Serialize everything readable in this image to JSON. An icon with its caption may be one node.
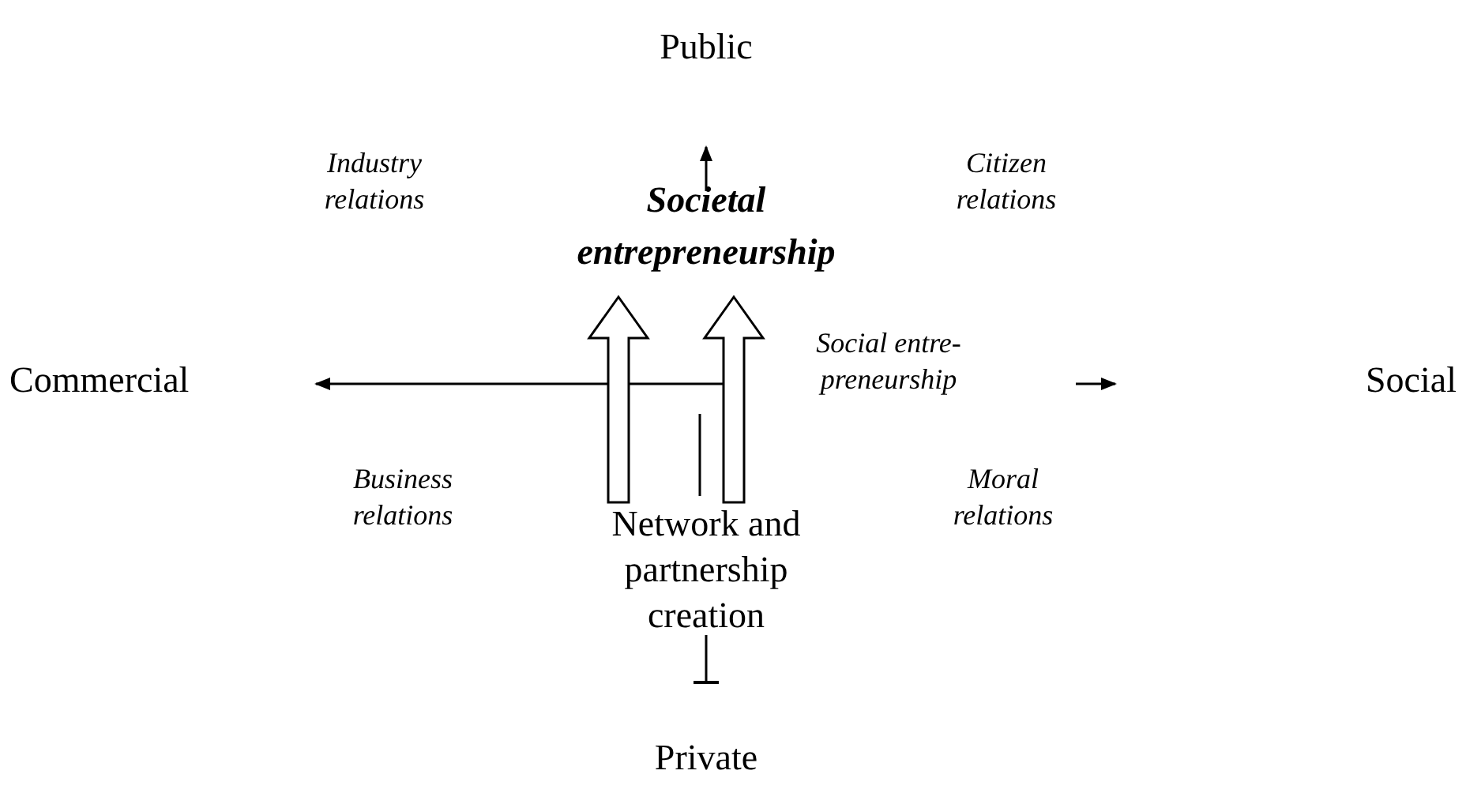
{
  "diagram": {
    "nodes": [
      {
        "text": [
          "Societal entrepreneurship"
        ]
      },
      {
        "text": [
          "Network and partnership creation"
        ]
      }
    ],
    "edges": [
      {
        "from": 1,
        "to": 0,
        "arrow": "to"
      },
      {
        "from": 1,
        "to": 0,
        "arrow": "to"
      }
    ],
    "labels": [
      "Public",
      "Industry relations",
      "Citizen relations",
      "Commercial",
      "Social entre- preneurship",
      "Social",
      "Business relations",
      "Moral relations",
      "Private"
    ]
  }
}
